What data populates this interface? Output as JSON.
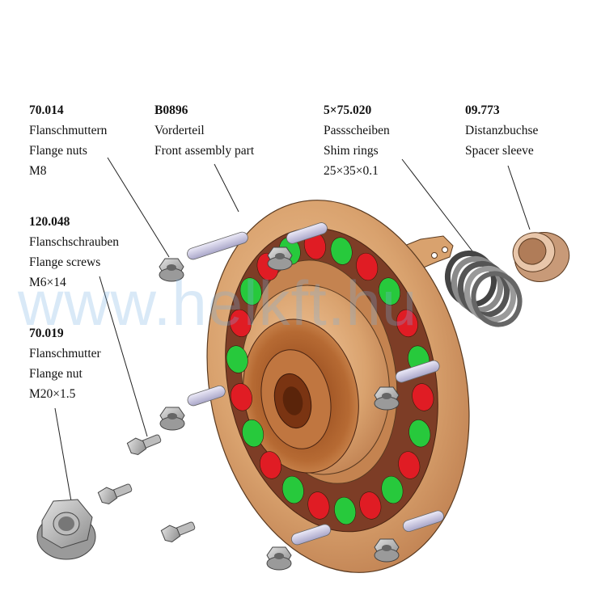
{
  "watermark": "www.helkft.hu",
  "labels": {
    "flange_nuts": {
      "code": "70.014",
      "de": "Flanschmuttern",
      "en": "Flange nuts",
      "size": "M8"
    },
    "front_assembly": {
      "code": "B0896",
      "de": "Vorderteil",
      "en": "Front assembly part"
    },
    "shim_rings": {
      "code": "5×75.020",
      "de": "Passscheiben",
      "en": "Shim rings",
      "size": "25×35×0.1"
    },
    "spacer_sleeve": {
      "code": "09.773",
      "de": "Distanzbuchse",
      "en": "Spacer sleeve"
    },
    "flange_screws": {
      "code": "120.048",
      "de": "Flanschschrauben",
      "en": "Flange screws",
      "size": "M6×14"
    },
    "flange_nut": {
      "code": "70.019",
      "de": "Flanschmutter",
      "en": "Flange nut",
      "size": "M20×1.5"
    }
  },
  "colors": {
    "copper": "#d9a26e",
    "copper_dark": "#a9683c",
    "bearing_red": "#e01c24",
    "bearing_green": "#27c93c",
    "steel": "#a9a9a9",
    "stud": "#c9c6e2"
  }
}
